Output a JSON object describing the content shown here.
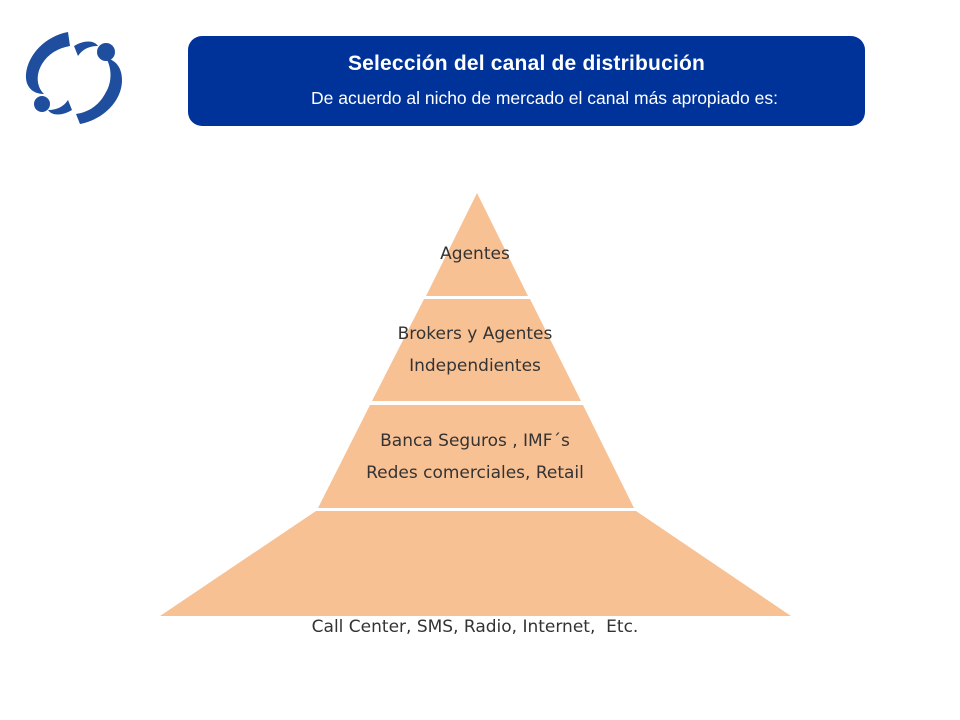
{
  "header": {
    "title": "Selección del canal de distribución",
    "subtitle": "De acuerdo al nicho de mercado el canal más apropiado es:"
  },
  "colors": {
    "header_bg": "#003399",
    "tier_fill": "#F8C194",
    "divider": "#ffffff",
    "logo": "#1F4E9E"
  },
  "logo": {
    "icon": "brand-logo-icon"
  },
  "pyramid": {
    "tiers": [
      {
        "lines": [
          "Agentes"
        ]
      },
      {
        "lines": [
          "Brokers y Agentes",
          "Independientes"
        ]
      },
      {
        "lines": [
          "Banca Seguros , IMF´s",
          "Redes comerciales, Retail"
        ]
      },
      {
        "lines": [
          "Call Center, SMS, Radio, Internet,  Etc."
        ]
      }
    ]
  }
}
